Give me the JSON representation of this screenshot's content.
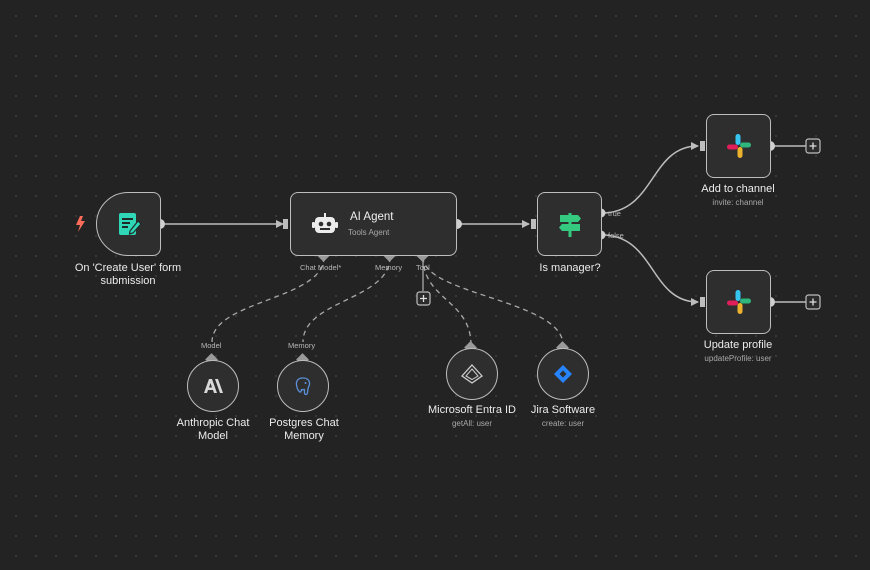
{
  "nodes": {
    "trigger": {
      "title": "On 'Create User' form submission",
      "icon": "form-icon",
      "trigger_icon": "lightning-icon"
    },
    "agent": {
      "title": "AI Agent",
      "subtitle": "Tools Agent",
      "icon": "robot-icon",
      "ports": {
        "chat_model": "Chat Model*",
        "memory": "Memory",
        "tool": "Tool"
      }
    },
    "if": {
      "title": "Is manager?",
      "icon": "signpost-icon",
      "true_label": "true",
      "false_label": "false"
    },
    "add_channel": {
      "title": "Add to channel",
      "subtitle": "invite: channel",
      "icon": "slack-icon"
    },
    "update_profile": {
      "title": "Update profile",
      "subtitle": "updateProfile: user",
      "icon": "slack-icon"
    },
    "anthropic": {
      "title": "Anthropic Chat Model",
      "port_label": "Model",
      "icon": "anthropic-icon"
    },
    "postgres": {
      "title": "Postgres Chat Memory",
      "port_label": "Memory",
      "icon": "postgres-icon"
    },
    "entra": {
      "title": "Microsoft Entra ID",
      "subtitle": "getAll: user",
      "icon": "entra-icon"
    },
    "jira": {
      "title": "Jira Software",
      "subtitle": "create: user",
      "icon": "jira-icon"
    }
  },
  "add_button_icon": "plus-icon",
  "colors": {
    "canvas": "#232323",
    "node_bg": "#2e2e2e",
    "node_border": "#bdbdbd",
    "wire": "#bdbdbd",
    "trigger": "#ff6d5a",
    "form_teal": "#2fd7b7",
    "signpost_green": "#35c87f",
    "jira_blue": "#2684ff",
    "slack_blue": "#36c5f0",
    "slack_green": "#2eb67d",
    "slack_yellow": "#ecb22e",
    "slack_red": "#e01e5a"
  }
}
